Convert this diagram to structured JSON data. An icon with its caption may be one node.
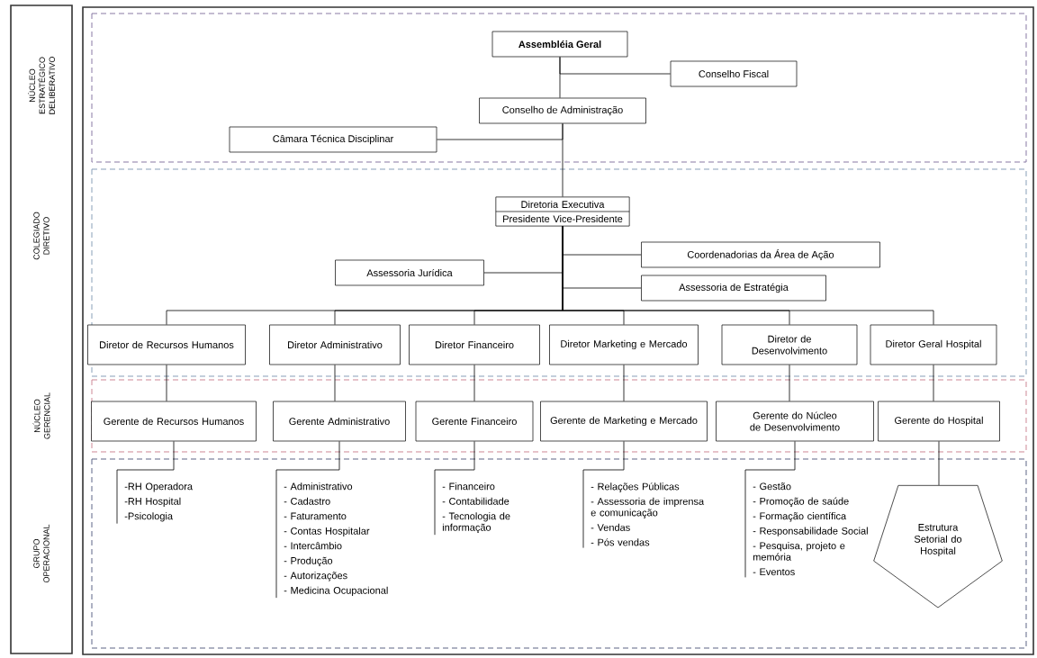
{
  "diagram": {
    "nodes": [
      {
        "text": [
          "Assembléia Geral"
        ]
      },
      {
        "text": [
          "Conselho Fiscal"
        ]
      },
      {
        "text": [
          "Conselho de Administração"
        ]
      },
      {
        "text": [
          "Câmara Técnica Disciplinar"
        ]
      },
      {
        "text": [
          "Diretoria Executiva",
          "Presidente Vice-Presidente"
        ]
      },
      {
        "text": [
          "Coordenadorias da Área de Ação"
        ]
      },
      {
        "text": [
          "Assessoria Jurídica"
        ]
      },
      {
        "text": [
          "Assessoria de Estratégia"
        ]
      },
      {
        "text": [
          "Diretor de Recursos Humanos"
        ]
      },
      {
        "text": [
          "Diretor Administrativo"
        ]
      },
      {
        "text": [
          "Diretor Financeiro"
        ]
      },
      {
        "text": [
          "Diretor Marketing e Mercado"
        ]
      },
      {
        "text": [
          "Diretor de Desenvolvimento"
        ]
      },
      {
        "text": [
          "Diretor Geral Hospital"
        ]
      },
      {
        "text": [
          "Gerente de Recursos Humanos"
        ]
      },
      {
        "text": [
          "Gerente Administrativo"
        ]
      },
      {
        "text": [
          "Gerente Financeiro"
        ]
      },
      {
        "text": [
          "Gerente de Marketing e Mercado"
        ]
      },
      {
        "text": [
          "Gerente do Núcleo de Desenvolvimento"
        ]
      },
      {
        "text": [
          "Gerente do Hospital"
        ]
      },
      {
        "text": [
          "-RH Operadora",
          "-RH Hospital",
          "-Psicologia"
        ]
      },
      {
        "text": [
          "- Administrativo",
          "- Cadastro",
          "- Faturamento",
          "- Contas Hospitalar",
          "- Intercâmbio",
          "- Produção",
          "- Autorizações",
          "- Medicina Ocupacional"
        ]
      },
      {
        "text": [
          "- Financeiro",
          "- Contabilidade",
          "- Tecnologia de informação"
        ]
      },
      {
        "text": [
          "- Relações Públicas",
          "- Assessoria de imprensa e comunicação",
          "- Vendas",
          "- Pós vendas"
        ]
      },
      {
        "text": [
          "- Gestão",
          "- Promoção de saúde",
          "- Formação científica",
          "- Responsabilidade Social",
          "- Pesquisa, projeto e memória",
          "- Eventos"
        ]
      },
      {
        "text": [
          "Estrutura Setorial do Hospital"
        ]
      }
    ],
    "edges": [
      {
        "from": 0,
        "to": 1,
        "arrow": "none"
      },
      {
        "from": 0,
        "to": 2,
        "arrow": "none"
      },
      {
        "from": 2,
        "to": 3,
        "arrow": "none"
      },
      {
        "from": 2,
        "to": 4,
        "arrow": "none"
      },
      {
        "from": 4,
        "to": 5,
        "arrow": "none"
      },
      {
        "from": 4,
        "to": 6,
        "arrow": "none"
      },
      {
        "from": 4,
        "to": 7,
        "arrow": "none"
      },
      {
        "from": 4,
        "to": 8,
        "arrow": "none"
      },
      {
        "from": 4,
        "to": 9,
        "arrow": "none"
      },
      {
        "from": 4,
        "to": 10,
        "arrow": "none"
      },
      {
        "from": 4,
        "to": 11,
        "arrow": "none"
      },
      {
        "from": 4,
        "to": 12,
        "arrow": "none"
      },
      {
        "from": 4,
        "to": 13,
        "arrow": "none"
      },
      {
        "from": 8,
        "to": 14,
        "arrow": "none"
      },
      {
        "from": 9,
        "to": 15,
        "arrow": "none"
      },
      {
        "from": 10,
        "to": 16,
        "arrow": "none"
      },
      {
        "from": 11,
        "to": 17,
        "arrow": "none"
      },
      {
        "from": 12,
        "to": 18,
        "arrow": "none"
      },
      {
        "from": 13,
        "to": 19,
        "arrow": "none"
      },
      {
        "from": 14,
        "to": 20,
        "arrow": "none"
      },
      {
        "from": 15,
        "to": 21,
        "arrow": "none"
      },
      {
        "from": 16,
        "to": 22,
        "arrow": "none"
      },
      {
        "from": 17,
        "to": 23,
        "arrow": "none"
      },
      {
        "from": 18,
        "to": 24,
        "arrow": "none"
      },
      {
        "from": 19,
        "to": 25,
        "arrow": "none"
      }
    ],
    "labels": [
      "NÚCLEO ESTRATÉGICO DELIBERATIVO",
      "COLEGIADO DIRETIVO",
      "NÚCLEO GERENCIAL",
      "GRUPO OPERACIONAL"
    ]
  }
}
